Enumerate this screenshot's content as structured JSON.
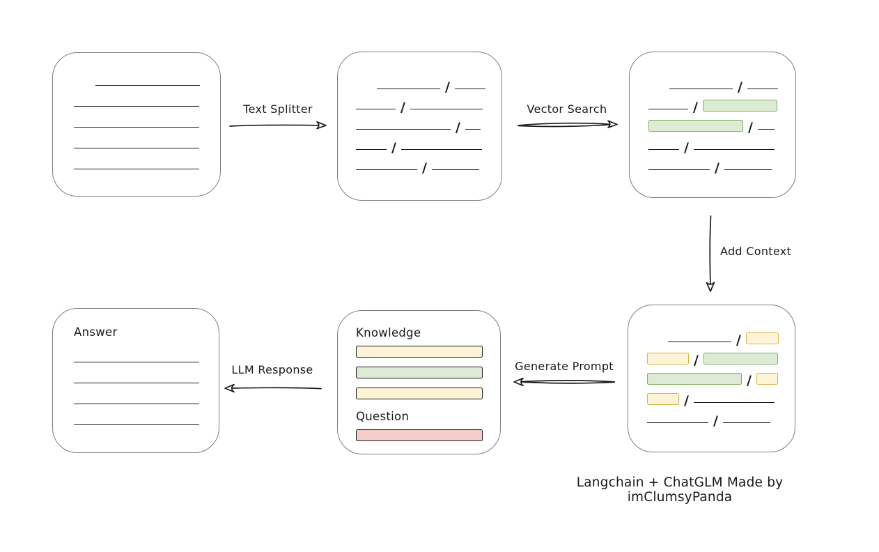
{
  "palette": {
    "ink": "#1a1a1a",
    "box_border": "#7e7e7e",
    "green_fill": "#ddebd4",
    "green_border": "#7fae60",
    "yellow_fill": "#fdf4d8",
    "yellow_border": "#d9b44c",
    "red_fill": "#f4cfca",
    "red_border": "#bb5f57"
  },
  "separator": "/",
  "labels": {
    "text_splitter": "Text Splitter",
    "vector_search": "Vector Search",
    "add_context": "Add Context",
    "generate_prompt": "Generate Prompt",
    "llm_response": "LLM Response",
    "knowledge": "Knowledge",
    "question": "Question",
    "answer": "Answer",
    "caption": "Langchain + ChatGLM Made by imClumsyPanda"
  },
  "boxes": {
    "source_document": {
      "rows": [
        [
          {
            "t": "line",
            "w": 150,
            "ind": 31
          }
        ],
        [
          {
            "t": "line",
            "w": 180
          }
        ],
        [
          {
            "t": "line",
            "w": 180
          }
        ],
        [
          {
            "t": "line",
            "w": 180
          }
        ],
        [
          {
            "t": "line",
            "w": 180
          }
        ]
      ]
    },
    "split_text": {
      "rows": [
        [
          {
            "t": "line",
            "w": 91,
            "ind": 30
          },
          {
            "t": "sep"
          },
          {
            "t": "line",
            "w": 44
          }
        ],
        [
          {
            "t": "line",
            "w": 57
          },
          {
            "t": "sep"
          },
          {
            "t": "line",
            "w": 104
          }
        ],
        [
          {
            "t": "line",
            "w": 136
          },
          {
            "t": "sep"
          },
          {
            "t": "line",
            "w": 22
          }
        ],
        [
          {
            "t": "line",
            "w": 44
          },
          {
            "t": "sep"
          },
          {
            "t": "line",
            "w": 116
          }
        ],
        [
          {
            "t": "line",
            "w": 88
          },
          {
            "t": "sep"
          },
          {
            "t": "line",
            "w": 68
          }
        ]
      ]
    },
    "vector_matches": {
      "rows": [
        [
          {
            "t": "line",
            "w": 91,
            "ind": 30
          },
          {
            "t": "sep"
          },
          {
            "t": "line",
            "w": 44
          }
        ],
        [
          {
            "t": "line",
            "w": 57
          },
          {
            "t": "sep"
          },
          {
            "t": "chip",
            "c": "green",
            "w": 107
          }
        ],
        [
          {
            "t": "chip",
            "c": "green",
            "w": 136
          },
          {
            "t": "sep"
          },
          {
            "t": "line",
            "w": 24
          }
        ],
        [
          {
            "t": "line",
            "w": 44
          },
          {
            "t": "sep"
          },
          {
            "t": "line",
            "w": 116
          }
        ],
        [
          {
            "t": "line",
            "w": 88
          },
          {
            "t": "sep"
          },
          {
            "t": "line",
            "w": 68
          }
        ]
      ]
    },
    "context_chunks": {
      "rows": [
        [
          {
            "t": "line",
            "w": 91,
            "ind": 30
          },
          {
            "t": "sep"
          },
          {
            "t": "chip",
            "c": "yellow",
            "w": 47
          }
        ],
        [
          {
            "t": "chip",
            "c": "yellow",
            "w": 60
          },
          {
            "t": "sep"
          },
          {
            "t": "chip",
            "c": "green",
            "w": 107
          }
        ],
        [
          {
            "t": "chip",
            "c": "green",
            "w": 136
          },
          {
            "t": "sep"
          },
          {
            "t": "chip",
            "c": "yellow",
            "w": 31
          }
        ],
        [
          {
            "t": "chip",
            "c": "yellow",
            "w": 46
          },
          {
            "t": "sep"
          },
          {
            "t": "line",
            "w": 116
          }
        ],
        [
          {
            "t": "line",
            "w": 88
          },
          {
            "t": "sep"
          },
          {
            "t": "line",
            "w": 68
          }
        ]
      ]
    },
    "prompt": {
      "knowledge_bars": [
        "yellow",
        "green",
        "yellow"
      ],
      "question_bars": [
        "red"
      ]
    },
    "answer": {
      "rows": [
        [
          {
            "t": "line",
            "w": 180
          }
        ],
        [
          {
            "t": "line",
            "w": 180
          }
        ],
        [
          {
            "t": "line",
            "w": 180
          }
        ],
        [
          {
            "t": "line",
            "w": 180
          }
        ]
      ]
    }
  }
}
